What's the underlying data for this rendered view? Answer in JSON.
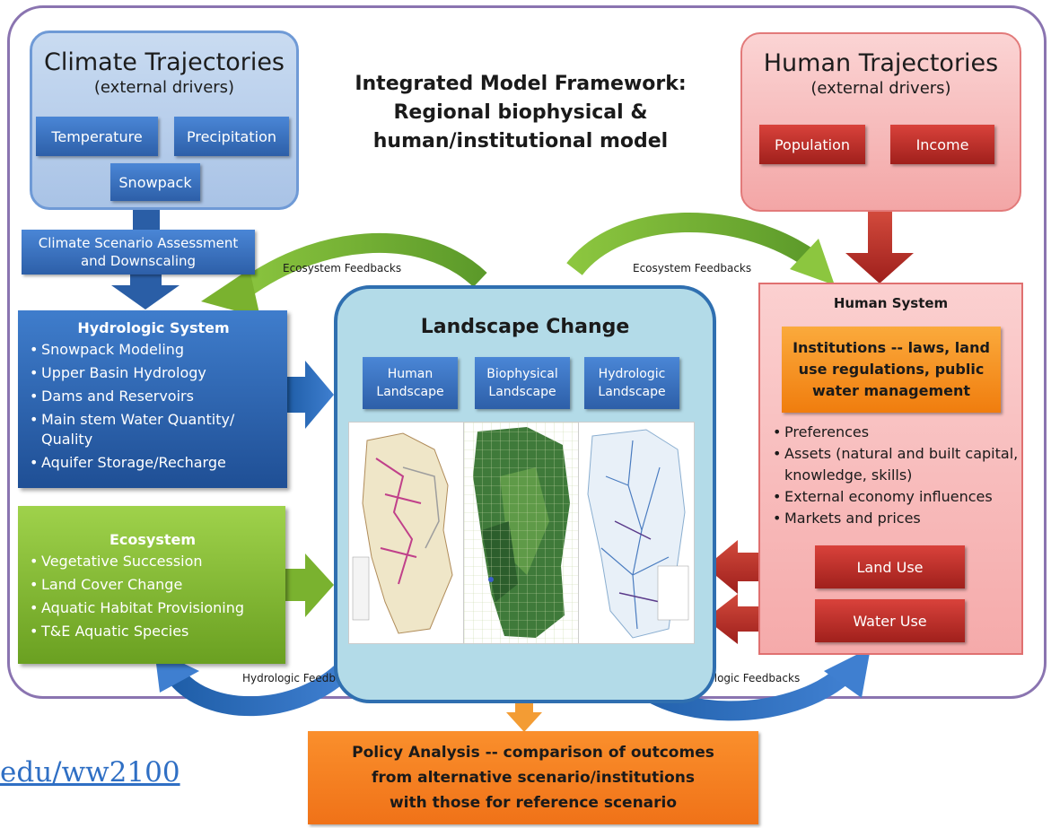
{
  "heading": {
    "line1": "Integrated Model Framework:",
    "line2": "Regional biophysical &",
    "line3": "human/institutional model"
  },
  "climate": {
    "title": "Climate Trajectories",
    "subtitle": "(external drivers)",
    "items": [
      "Temperature",
      "Precipitation",
      "Snowpack"
    ]
  },
  "human_traj": {
    "title": "Human Trajectories",
    "subtitle": "(external drivers)",
    "items": [
      "Population",
      "Income"
    ]
  },
  "scenario": {
    "line1": "Climate Scenario Assessment",
    "line2": "and Downscaling"
  },
  "hydrologic": {
    "title": "Hydrologic System",
    "items": [
      "Snowpack Modeling",
      "Upper Basin Hydrology",
      "Dams and Reservoirs",
      "Main stem Water Quantity/ Quality",
      "Aquifer Storage/Recharge"
    ]
  },
  "ecosystem": {
    "title": "Ecosystem",
    "items": [
      "Vegetative Succession",
      "Land Cover Change",
      "Aquatic Habitat Provisioning",
      "T&E Aquatic Species"
    ]
  },
  "landscape": {
    "title": "Landscape Change",
    "boxes": [
      {
        "line1": "Human",
        "line2": "Landscape"
      },
      {
        "line1": "Biophysical",
        "line2": "Landscape"
      },
      {
        "line1": "Hydrologic",
        "line2": "Landscape"
      }
    ]
  },
  "human_system": {
    "title": "Human System",
    "institutions": {
      "line1": "Institutions --  laws, land",
      "line2": "use regulations, public",
      "line3": "water management"
    },
    "items": [
      "Preferences",
      "Assets (natural and built capital, knowledge, skills)",
      "External economy influences",
      "Markets and prices"
    ],
    "land_use": "Land Use",
    "water_use": "Water Use"
  },
  "feedbacks": {
    "eco_left": "Ecosystem Feedbacks",
    "eco_right": "Ecosystem Feedbacks",
    "hydro_left": "Hydrologic Feedbacks",
    "hydro_right": "Hydrologic Feedbacks"
  },
  "policy": {
    "line1": "Policy Analysis -- comparison  of outcomes",
    "line2": "from alternative scenario/institutions",
    "line3": "with those for reference scenario"
  },
  "link": "edu/ww2100",
  "colors": {
    "frame": "#8a74b0",
    "blue": "#2d5fa8",
    "red": "#a0201c",
    "green": "#7ab22f",
    "orange": "#f07d18",
    "landscape": "#b3dbe8"
  }
}
